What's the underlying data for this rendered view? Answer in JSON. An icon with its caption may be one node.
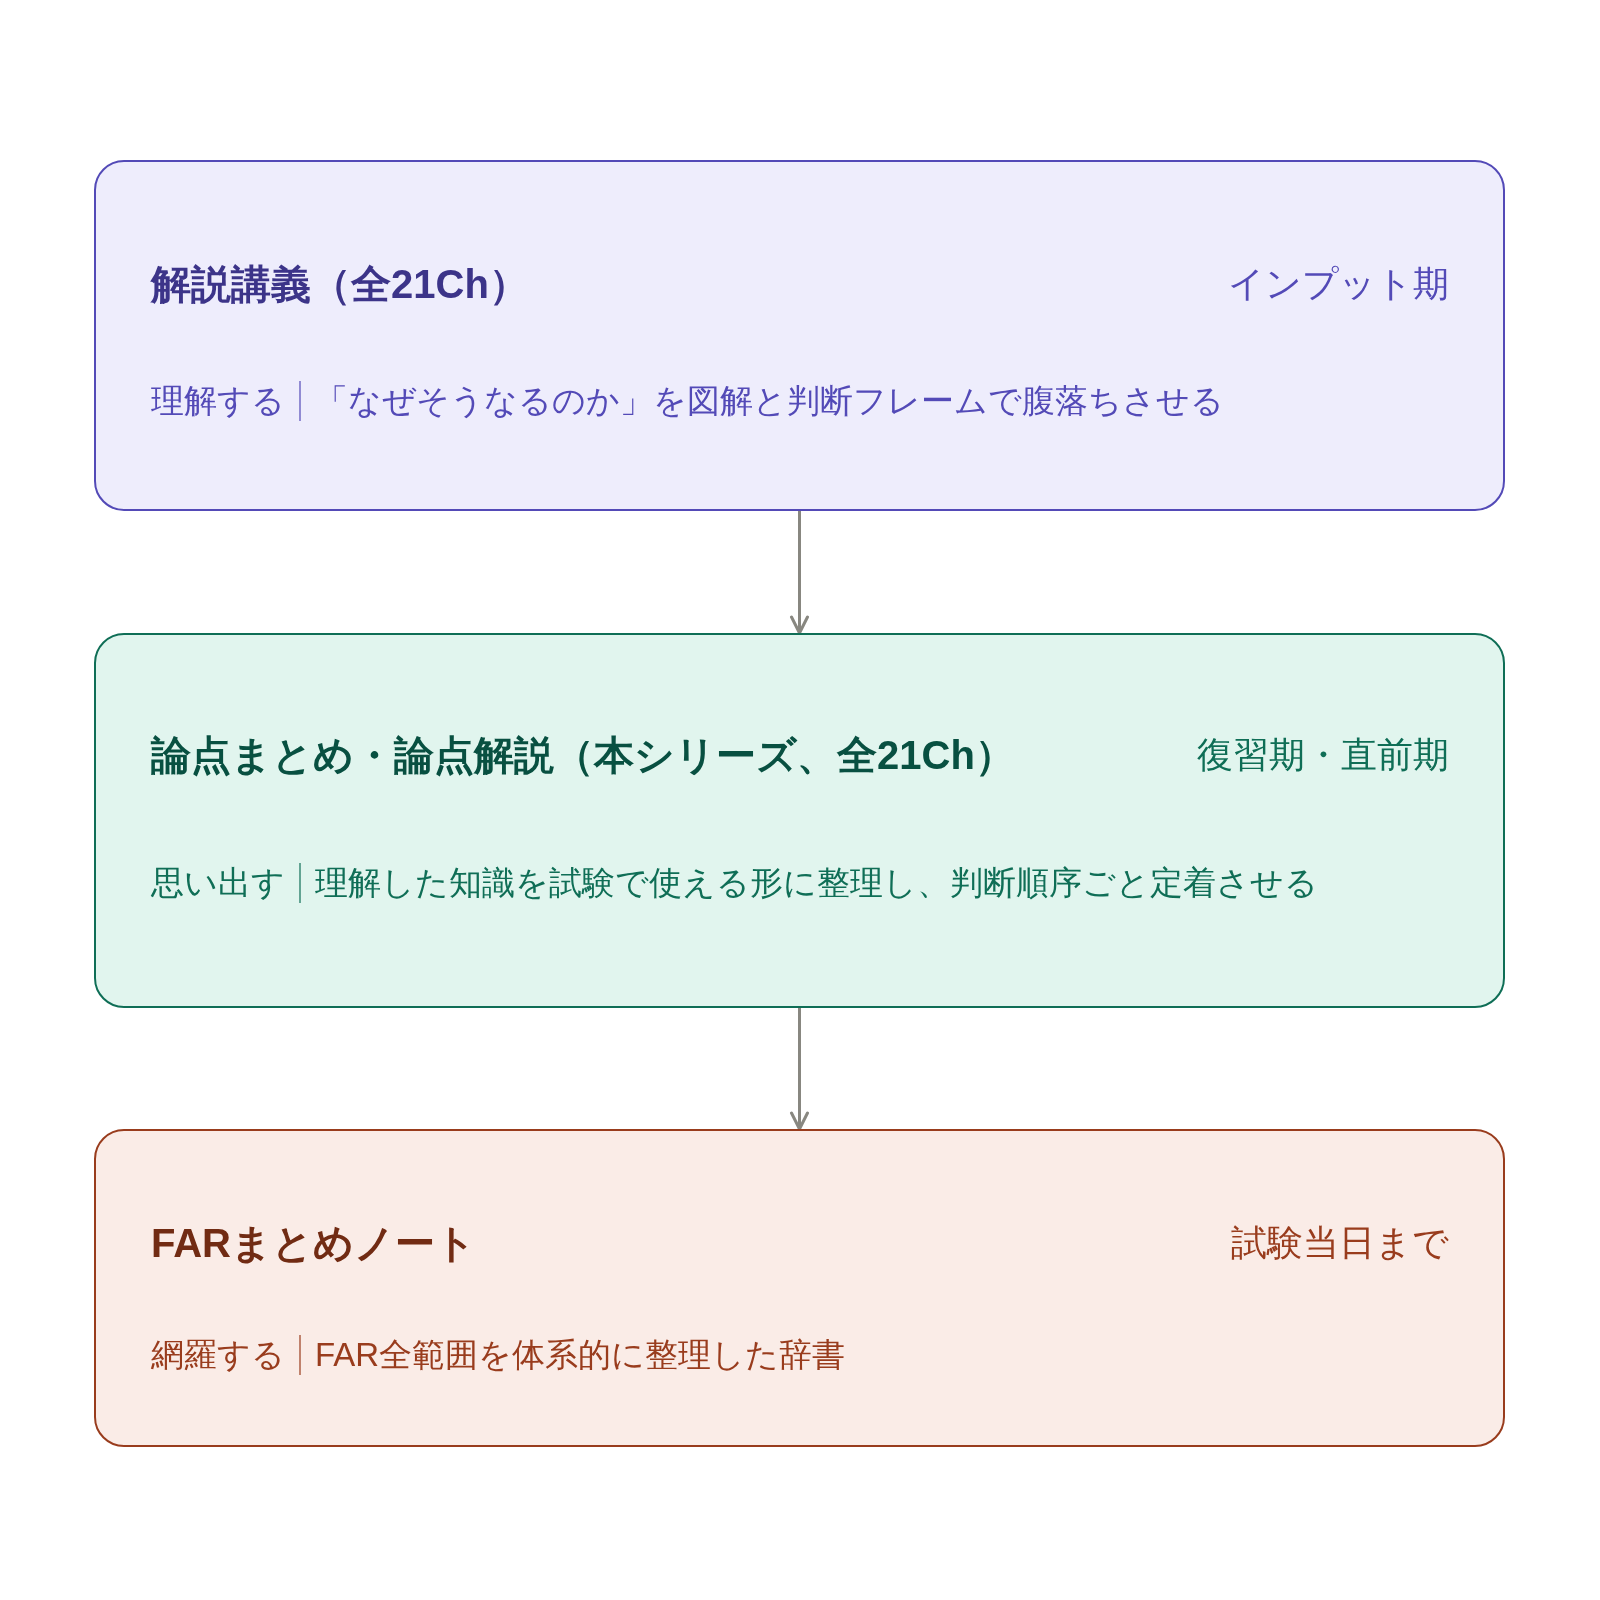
{
  "diagram": {
    "nodes": [
      {
        "text": [
          "解説講義（全21Ch）",
          "インプット期",
          "理解する",
          "「なぜそうなるのか」を図解と判断フレームで腹落ちさせる"
        ]
      },
      {
        "text": [
          "論点まとめ・論点解説（本シリーズ、全21Ch）",
          "復習期・直前期",
          "思い出す",
          "理解した知識を試験で使える形に整理し、判断順序ごと定着させる"
        ]
      },
      {
        "text": [
          "FARまとめノート",
          "試験当日まで",
          "網羅する",
          "FAR全範囲を体系的に整理した辞書"
        ]
      }
    ],
    "edges": [
      {
        "from": 0,
        "to": 1,
        "arrow": "to"
      },
      {
        "from": 1,
        "to": 2,
        "arrow": "to"
      }
    ]
  }
}
